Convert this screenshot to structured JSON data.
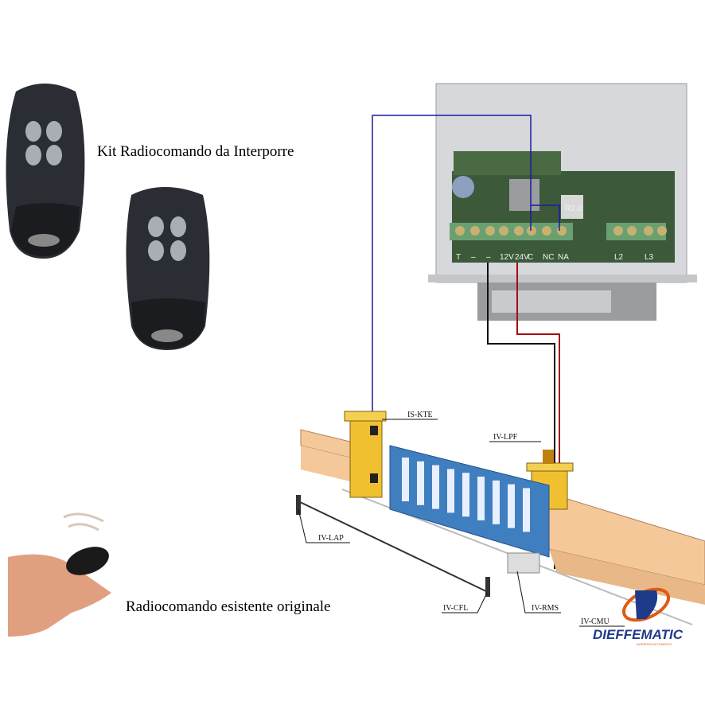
{
  "captions": {
    "kit": "Kit Radiocomando da Interporre",
    "original": "Radiocomando esistente originale"
  },
  "board_terminals": [
    "T",
    "–",
    "–",
    "12V",
    "24V",
    "C",
    "NC",
    "NA",
    "L2",
    "L3"
  ],
  "board_chip_label": "R2.0",
  "component_labels": {
    "kte": "IS-KTE",
    "lpf": "IV-LPF",
    "lap": "IV-LAP",
    "cfl": "IV-CFL",
    "rms": "IV-RMS",
    "cmu": "IV-CMU"
  },
  "logo": {
    "name": "DIEFFEMATIC",
    "tagline": "INGRESSI AUTOMATICI"
  },
  "colors": {
    "wire_blue": "#1a1aa0",
    "wire_red": "#a01010",
    "wire_black": "#111111",
    "gate_blue": "#3f7fbf",
    "post_yellow": "#f0c030",
    "wall": "#f5c89a",
    "logo_blue": "#1e3a8a",
    "logo_orange": "#e05a10"
  }
}
